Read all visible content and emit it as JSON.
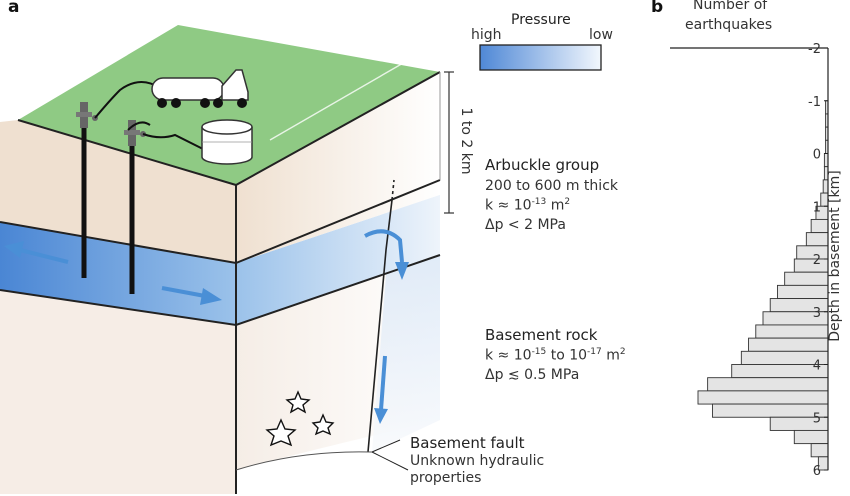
{
  "panel_a": {
    "letter": "a",
    "pressure_legend": {
      "title": "Pressure",
      "high": "high",
      "low": "low"
    },
    "thickness_label": "1 to 2 km",
    "arbuckle": {
      "title": "Arbuckle group",
      "thickness": "200 to 600 m thick",
      "k_prefix": "k ≈ 10",
      "k_exp": "-13",
      "k_unit": " m",
      "k_unit_exp": "2",
      "dp": "Δp < 2 MPa"
    },
    "basement": {
      "title": "Basement rock",
      "k_prefix": "k ≈ 10",
      "k_exp1": "-15",
      "k_mid": " to 10",
      "k_exp2": "-17",
      "k_unit": " m",
      "k_unit_exp": "2",
      "dp": "Δp ≲ 0.5 MPa"
    },
    "fault": {
      "title": "Basement fault",
      "line1": "Unknown hydraulic",
      "line2": "properties"
    },
    "colors": {
      "surface": "#8fca84",
      "sediment": "#efe0d0",
      "basement": "#f6ede6",
      "aquifer": "#5b93d8",
      "arrow": "#4a8fd6"
    }
  },
  "panel_b": {
    "letter": "b",
    "xlabel_line1": "Number of",
    "xlabel_line2": "earthquakes",
    "ylabel": "Depth in basement [km]",
    "yticks": [
      "-2",
      "-1",
      "0",
      "1",
      "2",
      "3",
      "4",
      "5",
      "6"
    ]
  },
  "chart_data": {
    "type": "bar",
    "orientation": "horizontal",
    "y_axis_label": "Depth in basement [km]",
    "x_axis_label": "Number of earthquakes",
    "ylim": [
      -2,
      6
    ],
    "bin_width_km": 0.25,
    "bins": [
      {
        "depth": -1.0,
        "count": 2
      },
      {
        "depth": -0.75,
        "count": 2
      },
      {
        "depth": -0.5,
        "count": 2
      },
      {
        "depth": -0.25,
        "count": 2
      },
      {
        "depth": 0.0,
        "count": 3
      },
      {
        "depth": 0.25,
        "count": 3
      },
      {
        "depth": 0.5,
        "count": 4
      },
      {
        "depth": 0.75,
        "count": 6
      },
      {
        "depth": 1.0,
        "count": 10
      },
      {
        "depth": 1.25,
        "count": 14
      },
      {
        "depth": 1.5,
        "count": 18
      },
      {
        "depth": 1.75,
        "count": 26
      },
      {
        "depth": 2.0,
        "count": 28
      },
      {
        "depth": 2.25,
        "count": 36
      },
      {
        "depth": 2.5,
        "count": 42
      },
      {
        "depth": 2.75,
        "count": 48
      },
      {
        "depth": 3.0,
        "count": 54
      },
      {
        "depth": 3.25,
        "count": 60
      },
      {
        "depth": 3.5,
        "count": 66
      },
      {
        "depth": 3.75,
        "count": 72
      },
      {
        "depth": 4.0,
        "count": 80
      },
      {
        "depth": 4.25,
        "count": 100
      },
      {
        "depth": 4.5,
        "count": 108
      },
      {
        "depth": 4.75,
        "count": 96
      },
      {
        "depth": 5.0,
        "count": 48
      },
      {
        "depth": 5.25,
        "count": 28
      },
      {
        "depth": 5.5,
        "count": 14
      },
      {
        "depth": 5.75,
        "count": 8
      }
    ]
  }
}
